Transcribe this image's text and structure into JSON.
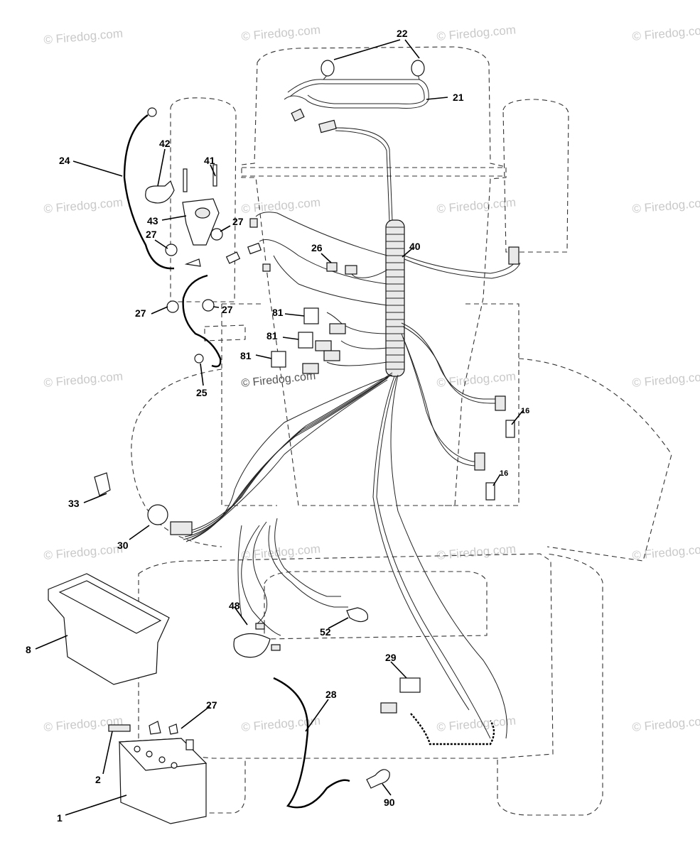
{
  "watermark": "© Firedog.com",
  "center_watermark": "© Firedog.com",
  "callouts": [
    {
      "id": "c22",
      "label": "22"
    },
    {
      "id": "c21",
      "label": "21"
    },
    {
      "id": "c24",
      "label": "24"
    },
    {
      "id": "c42",
      "label": "42"
    },
    {
      "id": "c41",
      "label": "41"
    },
    {
      "id": "c43",
      "label": "43"
    },
    {
      "id": "c27a",
      "label": "27"
    },
    {
      "id": "c27b",
      "label": "27"
    },
    {
      "id": "c27c",
      "label": "27"
    },
    {
      "id": "c27d",
      "label": "27"
    },
    {
      "id": "c26",
      "label": "26"
    },
    {
      "id": "c40",
      "label": "40"
    },
    {
      "id": "c81a",
      "label": "81"
    },
    {
      "id": "c81b",
      "label": "81"
    },
    {
      "id": "c81c",
      "label": "81"
    },
    {
      "id": "c25",
      "label": "25"
    },
    {
      "id": "c16a",
      "label": "16"
    },
    {
      "id": "c16b",
      "label": "16"
    },
    {
      "id": "c33",
      "label": "33"
    },
    {
      "id": "c30",
      "label": "30"
    },
    {
      "id": "c8",
      "label": "8"
    },
    {
      "id": "c48",
      "label": "48"
    },
    {
      "id": "c52",
      "label": "52"
    },
    {
      "id": "c29",
      "label": "29"
    },
    {
      "id": "c28",
      "label": "28"
    },
    {
      "id": "c27e",
      "label": "27"
    },
    {
      "id": "c2",
      "label": "2"
    },
    {
      "id": "c1",
      "label": "1"
    },
    {
      "id": "c90",
      "label": "90"
    }
  ]
}
